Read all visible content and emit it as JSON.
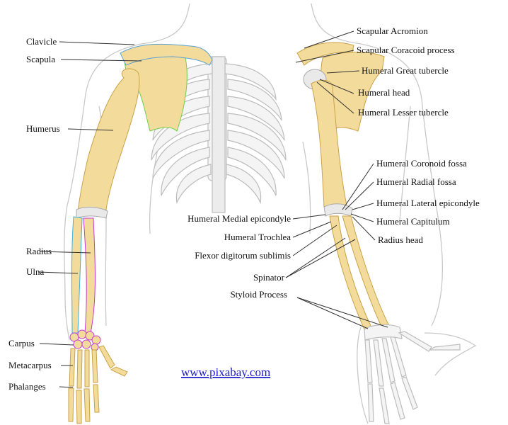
{
  "labels_left": {
    "clavicle": "Clavicle",
    "scapula": "Scapula",
    "humerus": "Humerus",
    "radius": "Radius",
    "ulna": "Ulna",
    "carpus": "Carpus",
    "metacarpus": "Metacarpus",
    "phalanges": "Phalanges"
  },
  "labels_right": {
    "scapular_acromion": "Scapular Acromion",
    "scapular_coracoid": "Scapular Coracoid process",
    "humeral_great_tubercle": "Humeral Great tubercle",
    "humeral_head": "Humeral head",
    "humeral_lesser_tubercle": "Humeral Lesser tubercle",
    "humeral_coronoid_fossa": "Humeral Coronoid fossa",
    "humeral_radial_fossa": "Humeral Radial fossa",
    "humeral_lateral_epicondyle": "Humeral Lateral epicondyle",
    "humeral_capitulum": "Humeral Capitulum",
    "radius_head": "Radius head"
  },
  "labels_center": {
    "humeral_medial_epicondyle": "Humeral Medial epicondyle",
    "humeral_trochlea": "Humeral Trochlea",
    "flexor_digitorum": "Flexor digitorum sublimis",
    "spinator": "Spinator",
    "styloid_process": "Styloid Process"
  },
  "watermark": "www.pixabay.com",
  "colors": {
    "bone": "#f3dc9b",
    "bone_outline": "#c9a24a",
    "rib_cage": "#f4f4f4",
    "link": "#1a1acc",
    "radius_outline": "#c23bd4",
    "ulna_outline": "#3ab0e0",
    "scapula_outline": "#6fcf4a"
  }
}
